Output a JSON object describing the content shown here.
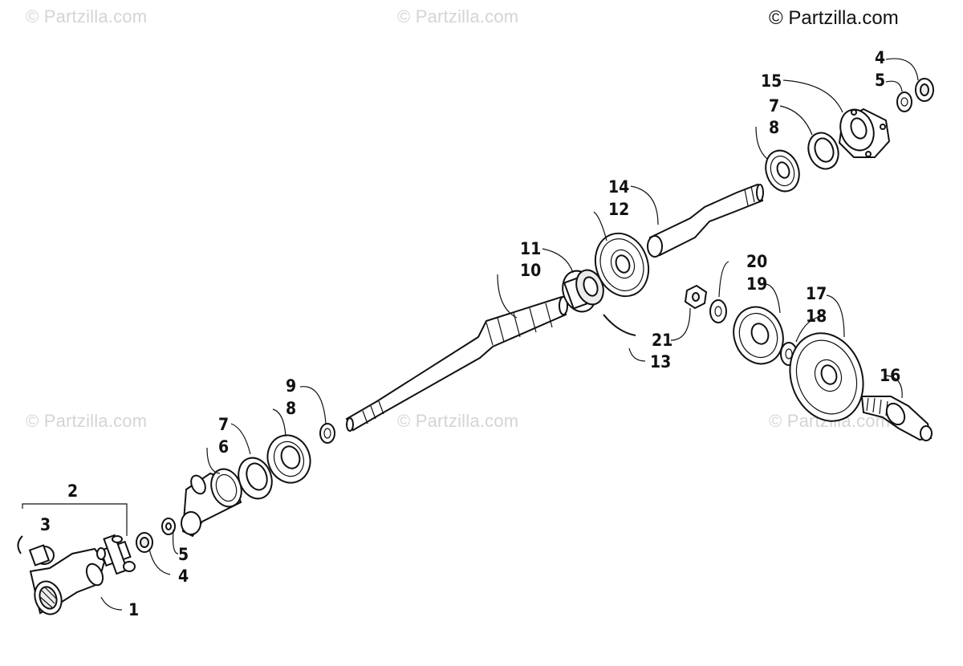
{
  "copyright": "© Partzilla.com",
  "watermark": "© Partzilla.com",
  "callouts": {
    "c1": "1",
    "c2": "2",
    "c3": "3",
    "c4a": "4",
    "c5a": "5",
    "c6": "6",
    "c7a": "7",
    "c8a": "8",
    "c9": "9",
    "c10": "10",
    "c11": "11",
    "c12": "12",
    "c13": "13",
    "c14": "14",
    "c15": "15",
    "c7b": "7",
    "c8b": "8",
    "c4b": "4",
    "c5b": "5",
    "c16": "16",
    "c17": "17",
    "c18": "18",
    "c19": "19",
    "c20": "20",
    "c21": "21"
  }
}
